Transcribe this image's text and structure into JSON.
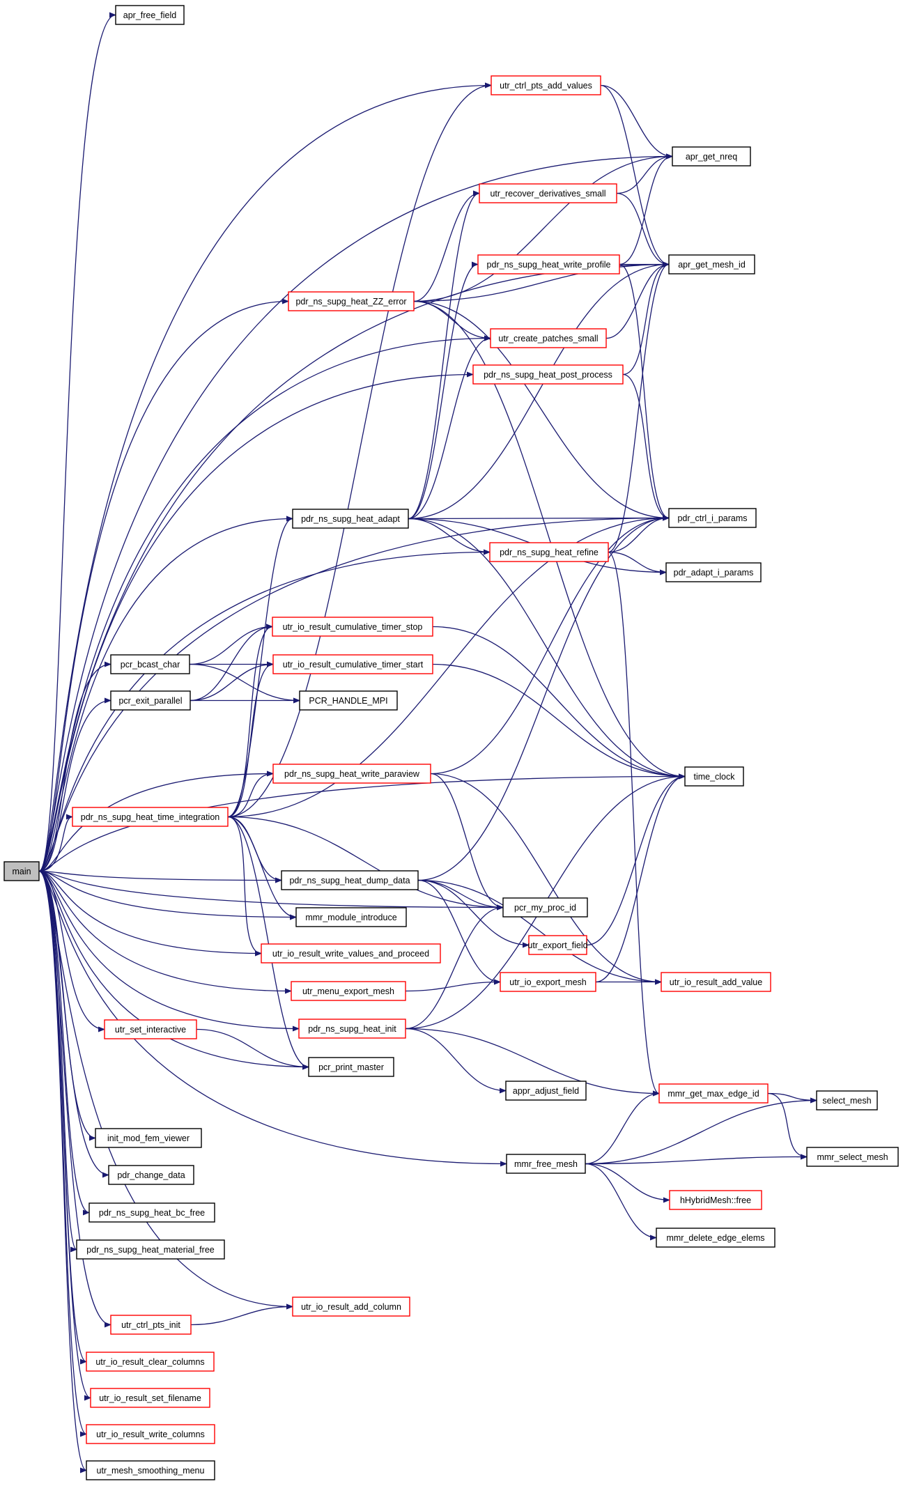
{
  "nodes": [
    {
      "id": "main",
      "label": "main",
      "style": "root"
    },
    {
      "id": "apr_free_field",
      "label": "apr_free_field",
      "style": "plain"
    },
    {
      "id": "utr_ctrl_pts_add_values",
      "label": "utr_ctrl_pts_add_values",
      "style": "red"
    },
    {
      "id": "apr_get_nreq",
      "label": "apr_get_nreq",
      "style": "plain"
    },
    {
      "id": "utr_recover_derivatives_small",
      "label": "utr_recover_derivatives_small",
      "style": "red"
    },
    {
      "id": "pdr_ns_supg_heat_write_profile",
      "label": "pdr_ns_supg_heat_write_profile",
      "style": "red"
    },
    {
      "id": "apr_get_mesh_id",
      "label": "apr_get_mesh_id",
      "style": "plain"
    },
    {
      "id": "pdr_ns_supg_heat_ZZ_error",
      "label": "pdr_ns_supg_heat_ZZ_error",
      "style": "red"
    },
    {
      "id": "utr_create_patches_small",
      "label": "utr_create_patches_small",
      "style": "red"
    },
    {
      "id": "pdr_ns_supg_heat_post_process",
      "label": "pdr_ns_supg_heat_post_process",
      "style": "red"
    },
    {
      "id": "pdr_ns_supg_heat_adapt",
      "label": "pdr_ns_supg_heat_adapt",
      "style": "plain"
    },
    {
      "id": "pdr_ctrl_i_params",
      "label": "pdr_ctrl_i_params",
      "style": "plain"
    },
    {
      "id": "pdr_ns_supg_heat_refine",
      "label": "pdr_ns_supg_heat_refine",
      "style": "red"
    },
    {
      "id": "pdr_adapt_i_params",
      "label": "pdr_adapt_i_params",
      "style": "plain"
    },
    {
      "id": "utr_io_result_cumulative_timer_stop",
      "label": "utr_io_result_cumulative_timer_stop",
      "style": "red"
    },
    {
      "id": "pcr_bcast_char",
      "label": "pcr_bcast_char",
      "style": "plain"
    },
    {
      "id": "utr_io_result_cumulative_timer_start",
      "label": "utr_io_result_cumulative_timer_start",
      "style": "red"
    },
    {
      "id": "pcr_exit_parallel",
      "label": "pcr_exit_parallel",
      "style": "plain"
    },
    {
      "id": "PCR_HANDLE_MPI",
      "label": "PCR_HANDLE_MPI",
      "style": "plain"
    },
    {
      "id": "time_clock",
      "label": "time_clock",
      "style": "plain"
    },
    {
      "id": "pdr_ns_supg_heat_write_paraview",
      "label": "pdr_ns_supg_heat_write_paraview",
      "style": "red"
    },
    {
      "id": "pdr_ns_supg_heat_time_integration",
      "label": "pdr_ns_supg_heat_time_integration",
      "style": "red"
    },
    {
      "id": "pdr_ns_supg_heat_dump_data",
      "label": "pdr_ns_supg_heat_dump_data",
      "style": "plain"
    },
    {
      "id": "pcr_my_proc_id",
      "label": "pcr_my_proc_id",
      "style": "plain"
    },
    {
      "id": "mmr_module_introduce",
      "label": "mmr_module_introduce",
      "style": "plain"
    },
    {
      "id": "utr_export_field",
      "label": "utr_export_field",
      "style": "red"
    },
    {
      "id": "utr_io_result_write_values_and_proceed",
      "label": "utr_io_result_write_values_and_proceed",
      "style": "red"
    },
    {
      "id": "utr_menu_export_mesh",
      "label": "utr_menu_export_mesh",
      "style": "red"
    },
    {
      "id": "utr_io_export_mesh",
      "label": "utr_io_export_mesh",
      "style": "red"
    },
    {
      "id": "utr_io_result_add_value",
      "label": "utr_io_result_add_value",
      "style": "red"
    },
    {
      "id": "utr_set_interactive",
      "label": "utr_set_interactive",
      "style": "red"
    },
    {
      "id": "pdr_ns_supg_heat_init",
      "label": "pdr_ns_supg_heat_init",
      "style": "red"
    },
    {
      "id": "pcr_print_master",
      "label": "pcr_print_master",
      "style": "plain"
    },
    {
      "id": "appr_adjust_field",
      "label": "appr_adjust_field",
      "style": "plain"
    },
    {
      "id": "mmr_get_max_edge_id",
      "label": "mmr_get_max_edge_id",
      "style": "red"
    },
    {
      "id": "select_mesh",
      "label": "select_mesh",
      "style": "plain"
    },
    {
      "id": "init_mod_fem_viewer",
      "label": "init_mod_fem_viewer",
      "style": "plain"
    },
    {
      "id": "mmr_free_mesh",
      "label": "mmr_free_mesh",
      "style": "plain"
    },
    {
      "id": "mmr_select_mesh",
      "label": "mmr_select_mesh",
      "style": "plain"
    },
    {
      "id": "pdr_change_data",
      "label": "pdr_change_data",
      "style": "plain"
    },
    {
      "id": "hHybridMesh_free",
      "label": "hHybridMesh::free",
      "style": "red"
    },
    {
      "id": "pdr_ns_supg_heat_bc_free",
      "label": "pdr_ns_supg_heat_bc_free",
      "style": "plain"
    },
    {
      "id": "mmr_delete_edge_elems",
      "label": "mmr_delete_edge_elems",
      "style": "plain"
    },
    {
      "id": "pdr_ns_supg_heat_material_free",
      "label": "pdr_ns_supg_heat_material_free",
      "style": "plain"
    },
    {
      "id": "utr_io_result_add_column",
      "label": "utr_io_result_add_column",
      "style": "red"
    },
    {
      "id": "utr_ctrl_pts_init",
      "label": "utr_ctrl_pts_init",
      "style": "red"
    },
    {
      "id": "utr_io_result_clear_columns",
      "label": "utr_io_result_clear_columns",
      "style": "red"
    },
    {
      "id": "utr_io_result_set_filename",
      "label": "utr_io_result_set_filename",
      "style": "red"
    },
    {
      "id": "utr_io_result_write_columns",
      "label": "utr_io_result_write_columns",
      "style": "red"
    },
    {
      "id": "utr_mesh_smoothing_menu",
      "label": "utr_mesh_smoothing_menu",
      "style": "plain"
    }
  ],
  "edges": [
    [
      "main",
      "apr_free_field"
    ],
    [
      "main",
      "utr_ctrl_pts_add_values"
    ],
    [
      "main",
      "apr_get_nreq"
    ],
    [
      "main",
      "apr_get_mesh_id"
    ],
    [
      "main",
      "pdr_ns_supg_heat_ZZ_error"
    ],
    [
      "main",
      "utr_create_patches_small"
    ],
    [
      "main",
      "pdr_ns_supg_heat_post_process"
    ],
    [
      "main",
      "pdr_ctrl_i_params"
    ],
    [
      "main",
      "pdr_ns_supg_heat_adapt"
    ],
    [
      "main",
      "pdr_ns_supg_heat_refine"
    ],
    [
      "main",
      "time_clock"
    ],
    [
      "main",
      "pcr_bcast_char"
    ],
    [
      "main",
      "pcr_exit_parallel"
    ],
    [
      "main",
      "pdr_ns_supg_heat_write_paraview"
    ],
    [
      "main",
      "pdr_ns_supg_heat_time_integration"
    ],
    [
      "main",
      "pcr_my_proc_id"
    ],
    [
      "main",
      "pdr_ns_supg_heat_dump_data"
    ],
    [
      "main",
      "mmr_module_introduce"
    ],
    [
      "main",
      "utr_io_result_write_values_and_proceed"
    ],
    [
      "main",
      "utr_menu_export_mesh"
    ],
    [
      "main",
      "utr_set_interactive"
    ],
    [
      "main",
      "pdr_ns_supg_heat_init"
    ],
    [
      "main",
      "pcr_print_master"
    ],
    [
      "main",
      "mmr_free_mesh"
    ],
    [
      "main",
      "init_mod_fem_viewer"
    ],
    [
      "main",
      "pdr_change_data"
    ],
    [
      "main",
      "pdr_ns_supg_heat_bc_free"
    ],
    [
      "main",
      "pdr_ns_supg_heat_material_free"
    ],
    [
      "main",
      "utr_io_result_add_column"
    ],
    [
      "main",
      "utr_ctrl_pts_init"
    ],
    [
      "main",
      "utr_io_result_clear_columns"
    ],
    [
      "main",
      "utr_io_result_set_filename"
    ],
    [
      "main",
      "utr_io_result_write_columns"
    ],
    [
      "main",
      "utr_mesh_smoothing_menu"
    ],
    [
      "utr_ctrl_pts_add_values",
      "apr_get_nreq"
    ],
    [
      "utr_ctrl_pts_add_values",
      "apr_get_mesh_id"
    ],
    [
      "utr_recover_derivatives_small",
      "apr_get_nreq"
    ],
    [
      "utr_recover_derivatives_small",
      "apr_get_mesh_id"
    ],
    [
      "pdr_ns_supg_heat_write_profile",
      "apr_get_nreq"
    ],
    [
      "pdr_ns_supg_heat_write_profile",
      "apr_get_mesh_id"
    ],
    [
      "pdr_ns_supg_heat_write_profile",
      "pdr_ctrl_i_params"
    ],
    [
      "pdr_ns_supg_heat_ZZ_error",
      "utr_recover_derivatives_small"
    ],
    [
      "pdr_ns_supg_heat_ZZ_error",
      "apr_get_nreq"
    ],
    [
      "pdr_ns_supg_heat_ZZ_error",
      "apr_get_mesh_id"
    ],
    [
      "pdr_ns_supg_heat_ZZ_error",
      "utr_create_patches_small"
    ],
    [
      "pdr_ns_supg_heat_ZZ_error",
      "pdr_ctrl_i_params"
    ],
    [
      "pdr_ns_supg_heat_ZZ_error",
      "time_clock"
    ],
    [
      "utr_create_patches_small",
      "apr_get_mesh_id"
    ],
    [
      "pdr_ns_supg_heat_post_process",
      "apr_get_mesh_id"
    ],
    [
      "pdr_ns_supg_heat_post_process",
      "pdr_ctrl_i_params"
    ],
    [
      "pdr_ns_supg_heat_adapt",
      "utr_recover_derivatives_small"
    ],
    [
      "pdr_ns_supg_heat_adapt",
      "utr_create_patches_small"
    ],
    [
      "pdr_ns_supg_heat_adapt",
      "pdr_ns_supg_heat_write_profile"
    ],
    [
      "pdr_ns_supg_heat_adapt",
      "apr_get_mesh_id"
    ],
    [
      "pdr_ns_supg_heat_adapt",
      "pdr_ctrl_i_params"
    ],
    [
      "pdr_ns_supg_heat_adapt",
      "pdr_ns_supg_heat_refine"
    ],
    [
      "pdr_ns_supg_heat_adapt",
      "pdr_adapt_i_params"
    ],
    [
      "pdr_ns_supg_heat_adapt",
      "time_clock"
    ],
    [
      "pdr_ns_supg_heat_refine",
      "pdr_ctrl_i_params"
    ],
    [
      "pdr_ns_supg_heat_refine",
      "pdr_adapt_i_params"
    ],
    [
      "pdr_ns_supg_heat_refine",
      "apr_get_mesh_id"
    ],
    [
      "pdr_ns_supg_heat_refine",
      "mmr_get_max_edge_id"
    ],
    [
      "utr_io_result_cumulative_timer_stop",
      "time_clock"
    ],
    [
      "utr_io_result_cumulative_timer_start",
      "time_clock"
    ],
    [
      "pcr_bcast_char",
      "utr_io_result_cumulative_timer_stop"
    ],
    [
      "pcr_bcast_char",
      "utr_io_result_cumulative_timer_start"
    ],
    [
      "pcr_bcast_char",
      "PCR_HANDLE_MPI"
    ],
    [
      "pcr_exit_parallel",
      "utr_io_result_cumulative_timer_stop"
    ],
    [
      "pcr_exit_parallel",
      "utr_io_result_cumulative_timer_start"
    ],
    [
      "pcr_exit_parallel",
      "PCR_HANDLE_MPI"
    ],
    [
      "pdr_ns_supg_heat_write_paraview",
      "pdr_ctrl_i_params"
    ],
    [
      "pdr_ns_supg_heat_write_paraview",
      "pcr_my_proc_id"
    ],
    [
      "pdr_ns_supg_heat_write_paraview",
      "utr_io_result_add_value"
    ],
    [
      "pdr_ns_supg_heat_time_integration",
      "utr_ctrl_pts_add_values"
    ],
    [
      "pdr_ns_supg_heat_time_integration",
      "pdr_ns_supg_heat_adapt"
    ],
    [
      "pdr_ns_supg_heat_time_integration",
      "pdr_ctrl_i_params"
    ],
    [
      "pdr_ns_supg_heat_time_integration",
      "utr_io_result_cumulative_timer_stop"
    ],
    [
      "pdr_ns_supg_heat_time_integration",
      "utr_io_result_cumulative_timer_start"
    ],
    [
      "pdr_ns_supg_heat_time_integration",
      "pdr_ns_supg_heat_write_paraview"
    ],
    [
      "pdr_ns_supg_heat_time_integration",
      "pcr_my_proc_id"
    ],
    [
      "pdr_ns_supg_heat_time_integration",
      "pdr_ns_supg_heat_dump_data"
    ],
    [
      "pdr_ns_supg_heat_time_integration",
      "mmr_module_introduce"
    ],
    [
      "pdr_ns_supg_heat_time_integration",
      "utr_io_result_write_values_and_proceed"
    ],
    [
      "pdr_ns_supg_heat_time_integration",
      "pcr_print_master"
    ],
    [
      "pdr_ns_supg_heat_dump_data",
      "pdr_ctrl_i_params"
    ],
    [
      "pdr_ns_supg_heat_dump_data",
      "pcr_my_proc_id"
    ],
    [
      "pdr_ns_supg_heat_dump_data",
      "utr_export_field"
    ],
    [
      "pdr_ns_supg_heat_dump_data",
      "utr_io_export_mesh"
    ],
    [
      "pdr_ns_supg_heat_dump_data",
      "utr_io_result_add_value"
    ],
    [
      "utr_export_field",
      "time_clock"
    ],
    [
      "utr_io_export_mesh",
      "time_clock"
    ],
    [
      "utr_io_export_mesh",
      "utr_io_result_add_value"
    ],
    [
      "utr_menu_export_mesh",
      "utr_io_export_mesh"
    ],
    [
      "utr_set_interactive",
      "pcr_print_master"
    ],
    [
      "pdr_ns_supg_heat_init",
      "pcr_my_proc_id"
    ],
    [
      "pdr_ns_supg_heat_init",
      "time_clock"
    ],
    [
      "pdr_ns_supg_heat_init",
      "appr_adjust_field"
    ],
    [
      "pdr_ns_supg_heat_init",
      "mmr_get_max_edge_id"
    ],
    [
      "mmr_get_max_edge_id",
      "select_mesh"
    ],
    [
      "mmr_get_max_edge_id",
      "mmr_select_mesh"
    ],
    [
      "mmr_free_mesh",
      "mmr_get_max_edge_id"
    ],
    [
      "mmr_free_mesh",
      "select_mesh"
    ],
    [
      "mmr_free_mesh",
      "mmr_select_mesh"
    ],
    [
      "mmr_free_mesh",
      "hHybridMesh_free"
    ],
    [
      "mmr_free_mesh",
      "mmr_delete_edge_elems"
    ],
    [
      "utr_ctrl_pts_init",
      "utr_io_result_add_column"
    ]
  ],
  "colors": {
    "edge": "#191970",
    "red_border": "#ff0000",
    "plain_border": "#000000",
    "root_fill": "#bfbfbf",
    "fill": "#ffffff"
  }
}
